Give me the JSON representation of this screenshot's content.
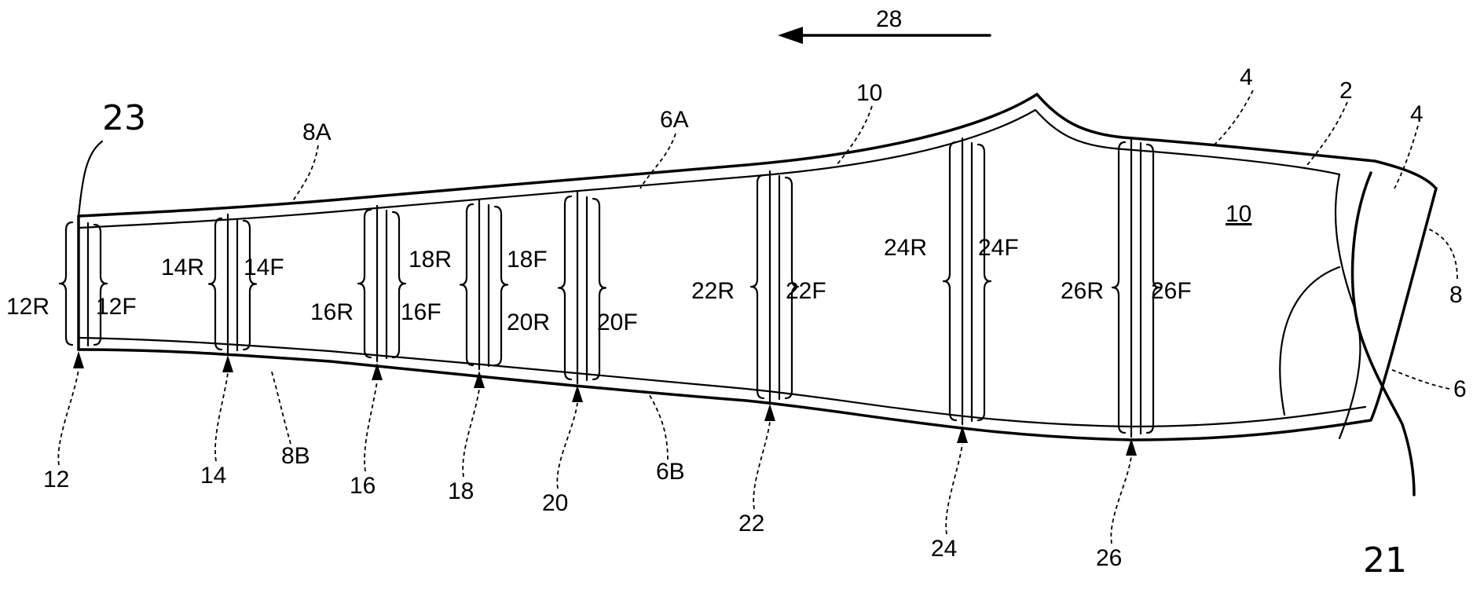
{
  "direction_label": "28",
  "handwritten": {
    "h23": "23",
    "h21": "21"
  },
  "labels": {
    "l8A": "8A",
    "l6A": "6A",
    "l10top": "10",
    "l4a": "4",
    "l2": "2",
    "l4b": "4",
    "l10inner": "10",
    "l8": "8",
    "l6": "6",
    "l8B": "8B",
    "l6B": "6B"
  },
  "sections": [
    {
      "id": "12",
      "rear": "12R",
      "front": "12F",
      "pointer": "12"
    },
    {
      "id": "14",
      "rear": "14R",
      "front": "14F",
      "pointer": "14"
    },
    {
      "id": "16",
      "rear": "16R",
      "front": "16F",
      "pointer": "16"
    },
    {
      "id": "18",
      "rear": "18R",
      "front": "18F",
      "pointer": "18"
    },
    {
      "id": "20",
      "rear": "20R",
      "front": "20F",
      "pointer": "20"
    },
    {
      "id": "22",
      "rear": "22R",
      "front": "22F",
      "pointer": "22"
    },
    {
      "id": "24",
      "rear": "24R",
      "front": "24F",
      "pointer": "24"
    },
    {
      "id": "26",
      "rear": "26R",
      "front": "26F",
      "pointer": "26"
    }
  ]
}
